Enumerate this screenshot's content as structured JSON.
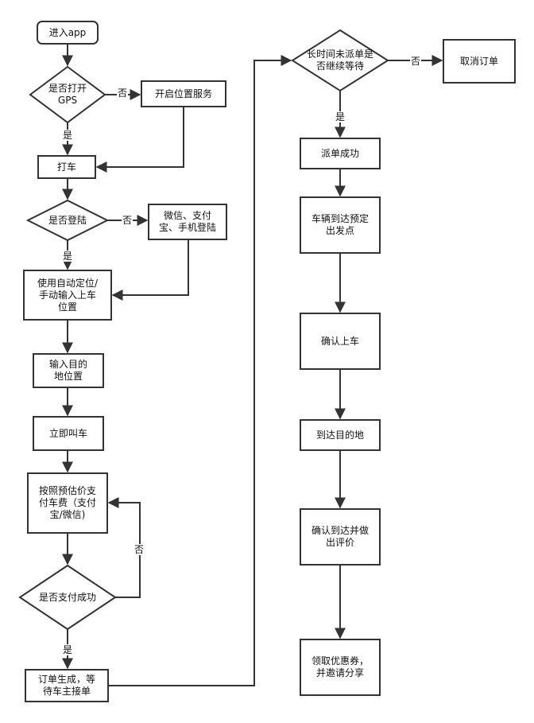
{
  "nodes": {
    "start": "进入app",
    "gps_check": "是否打开\nGPS",
    "enable_location": "开启位置服务",
    "hail": "打车",
    "login_check": "是否登陆",
    "login_methods": "微信、支付\n宝、手机登陆",
    "pickup_location": "使用自动定位/\n手动输入上车\n位置",
    "destination": "输入目的\n地位置",
    "call_now": "立即叫车",
    "prepay": "按照预估价支\n付车费（支付\n宝/微信)",
    "pay_check": "是否支付成功",
    "order_created": "订单生成，等\n待车主接单",
    "wait_check": "长时间未派单是\n否继续等待",
    "cancel_order": "取消订单",
    "dispatch_success": "派单成功",
    "car_arrived": "车辆到达预定\n出发点",
    "confirm_board": "确认上车",
    "arrive_destination": "到达目的地",
    "confirm_rate": "确认到达并做\n出评价",
    "coupon_share": "领取优惠券，\n并邀请分享"
  },
  "edge_labels": {
    "gps_no": "否",
    "gps_yes": "是",
    "login_no": "否",
    "login_yes": "是",
    "pay_no": "否",
    "pay_yes": "是",
    "wait_no": "否",
    "wait_yes": "是"
  },
  "colors": {
    "stroke": "#333333",
    "fill": "#ffffff",
    "text": "#111111"
  }
}
